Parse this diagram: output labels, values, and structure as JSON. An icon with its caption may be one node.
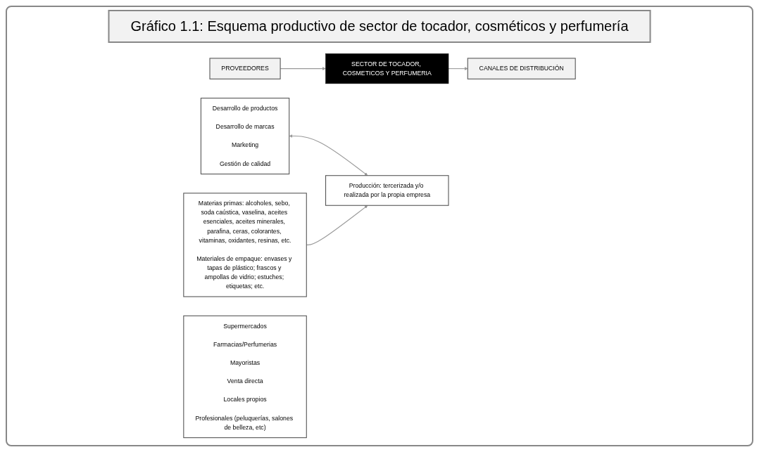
{
  "diagram": {
    "title": "Gráfico 1.1: Esquema productivo de sector de tocador, cosméticos y perfumería",
    "nodes": [
      {
        "text": [
          "PROVEEDORES"
        ]
      },
      {
        "text": [
          "SECTOR DE TOCADOR, COSMETICOS Y PERFUMERIA"
        ]
      },
      {
        "text": [
          "CANALES DE DISTRIBUCIÓN"
        ]
      },
      {
        "text": [
          "Materias primas: alcoholes, sebo, soda caústica, vaselina, aceites esenciales, aceites minerales, parafina, ceras, colorantes, vitaminas, oxidantes, resinas, etc.",
          "Materiales de empaque: envases y tapas de plástico; frascos y ampollas de vidrio; estuches; etiquetas; etc."
        ]
      },
      {
        "text": [
          "Desarrollo de productos",
          "Desarrollo de marcas",
          "Marketing",
          "Gestión de calidad"
        ]
      },
      {
        "text": [
          "Supermercados",
          "Farmacias/Perfumerias",
          "Mayoristas",
          "Venta directa",
          "Locales propios",
          "Profesionales (peluquerías, salones de belleza, etc)"
        ]
      },
      {
        "text": [
          "Producción: tercerizada y/o realizada por la propia empresa"
        ]
      }
    ],
    "edges": [
      {
        "from": 0,
        "to": 1,
        "arrow": "to"
      },
      {
        "from": 1,
        "to": 2,
        "arrow": "to"
      },
      {
        "from": 4,
        "to": 6,
        "arrow": "both"
      },
      {
        "from": 3,
        "to": 6,
        "arrow": "to"
      }
    ]
  }
}
